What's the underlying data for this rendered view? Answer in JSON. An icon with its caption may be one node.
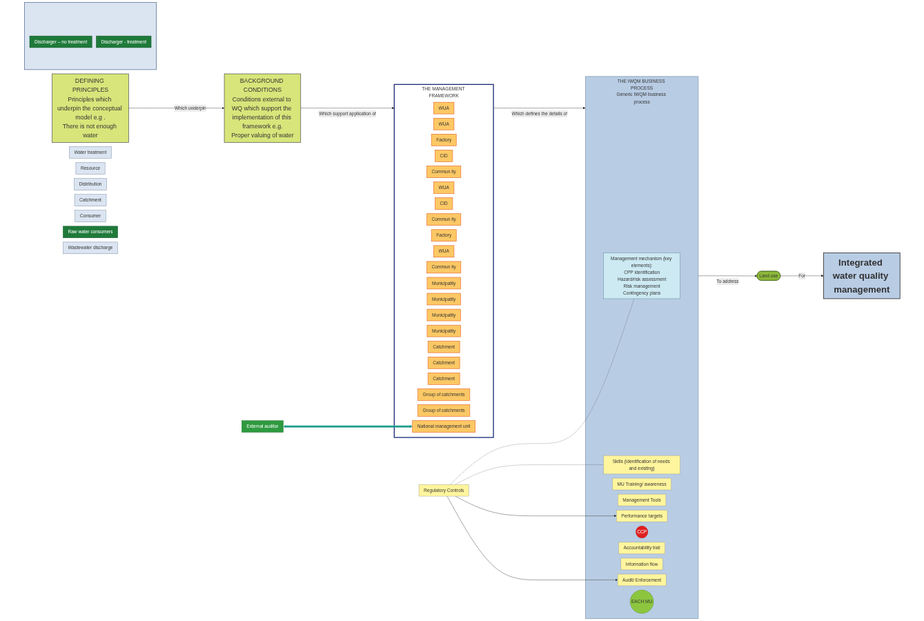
{
  "diagram": {
    "nodes": [
      {
        "text": [
          "DEFINING PRINCIPLES",
          "Principles which underpin the conceptual model e.g .",
          "There is not enough water"
        ]
      },
      {
        "text": [
          "BACKGROUND CONDITIONS",
          "Conditions external to WQ which support the implementation of this framework e.g.",
          "Proper valuing of water"
        ]
      },
      {
        "text": [
          "THE IWQM BUSINESS PROCESS",
          "Generic IWQM business process"
        ]
      },
      {
        "text": [
          "Management mechanism (key elements):",
          "CPP identification",
          "Hazard/risk assessment",
          "Risk management",
          "Contingency plans"
        ],
        "in": 2
      },
      {
        "text": [
          "Skills (identification of needs and existing)"
        ],
        "in": 2
      },
      {
        "text": [
          "MU Training/ awareness"
        ],
        "in": 2
      },
      {
        "text": [
          "Management Tools"
        ],
        "in": 2
      },
      {
        "text": [
          "Performance targets"
        ],
        "in": 2
      },
      {
        "text": [
          "CCP"
        ],
        "in": 2
      },
      {
        "text": [
          "Accountability trail"
        ],
        "in": 2
      },
      {
        "text": [
          "Information flow"
        ],
        "in": 2
      },
      {
        "text": [
          "Audit/ Enforcement"
        ],
        "in": 2
      },
      {
        "text": [
          "EACH MU"
        ],
        "in": 2
      },
      {
        "text": [
          "Regulatory Controls"
        ]
      },
      {
        "text": [
          "THE MANAGEMENT FRAMEWORK"
        ]
      },
      {
        "text": [
          "WUA"
        ],
        "in": 14
      },
      {
        "text": [
          "WUA"
        ],
        "in": 14
      },
      {
        "text": [
          "Factory"
        ],
        "in": 14
      },
      {
        "text": [
          "CID"
        ],
        "in": 14
      },
      {
        "text": [
          "Commun ity"
        ],
        "in": 14
      },
      {
        "text": [
          "WUA"
        ],
        "in": 14
      },
      {
        "text": [
          "CID"
        ],
        "in": 14
      },
      {
        "text": [
          "Commun ity"
        ],
        "in": 14
      },
      {
        "text": [
          "Factory"
        ],
        "in": 14
      },
      {
        "text": [
          "WUA"
        ],
        "in": 14
      },
      {
        "text": [
          "Commun ity"
        ],
        "in": 14
      },
      {
        "text": [
          "Municipality"
        ],
        "in": 14
      },
      {
        "text": [
          "Municipality"
        ],
        "in": 14
      },
      {
        "text": [
          "Municipality"
        ],
        "in": 14
      },
      {
        "text": [
          "Municipality"
        ],
        "in": 14
      },
      {
        "text": [
          "Catchment"
        ],
        "in": 14
      },
      {
        "text": [
          "Catchment"
        ],
        "in": 14
      },
      {
        "text": [
          "Catchment"
        ],
        "in": 14
      },
      {
        "text": [
          "Group of catchments"
        ],
        "in": 14
      },
      {
        "text": [
          "Group of catchments"
        ],
        "in": 14
      },
      {
        "text": [
          "National management unit"
        ],
        "in": 14
      },
      {
        "text": [
          "External auditor"
        ]
      },
      {
        "text": [
          "Land use"
        ]
      },
      {
        "text": [
          "Water treatment"
        ]
      },
      {
        "text": [
          "Resource"
        ]
      },
      {
        "text": [
          "Distribution"
        ]
      },
      {
        "text": [
          "Catchment"
        ]
      },
      {
        "text": [
          "Consumer"
        ]
      },
      {
        "text": [
          "Raw water consumers"
        ]
      },
      {
        "text": [
          "Wastewater discharge"
        ]
      },
      {
        "text": [],
        "shape": "box"
      },
      {
        "text": [
          "Discharger – no treatment"
        ],
        "in": 45
      },
      {
        "text": [
          "Discharger - treatment"
        ],
        "in": 45
      },
      {
        "text": [
          "Integrated water quality management"
        ]
      }
    ],
    "edges": [
      {
        "from": 0,
        "to": 1,
        "label": "Which underpin",
        "arrow": "to"
      },
      {
        "from": 1,
        "to": 14,
        "label": "Which support application of",
        "arrow": "to"
      },
      {
        "from": 14,
        "to": 2,
        "label": "Which defines the details of",
        "arrow": "to"
      },
      {
        "from": 2,
        "to": 37,
        "label": "To address",
        "arrow": "to"
      },
      {
        "from": 37,
        "to": 48,
        "label": "For",
        "arrow": "to"
      },
      {
        "from": 13,
        "to": 7,
        "arrow": "to"
      },
      {
        "from": 13,
        "to": 11,
        "arrow": "to"
      },
      {
        "from": 13,
        "to": 3,
        "arrow": "none",
        "style": "dashed"
      },
      {
        "from": 13,
        "to": 4,
        "arrow": "none",
        "style": "dashed"
      },
      {
        "from": 35,
        "to": 36,
        "arrow": "both",
        "style": "thick",
        "color": "#1a9a8a"
      }
    ]
  }
}
